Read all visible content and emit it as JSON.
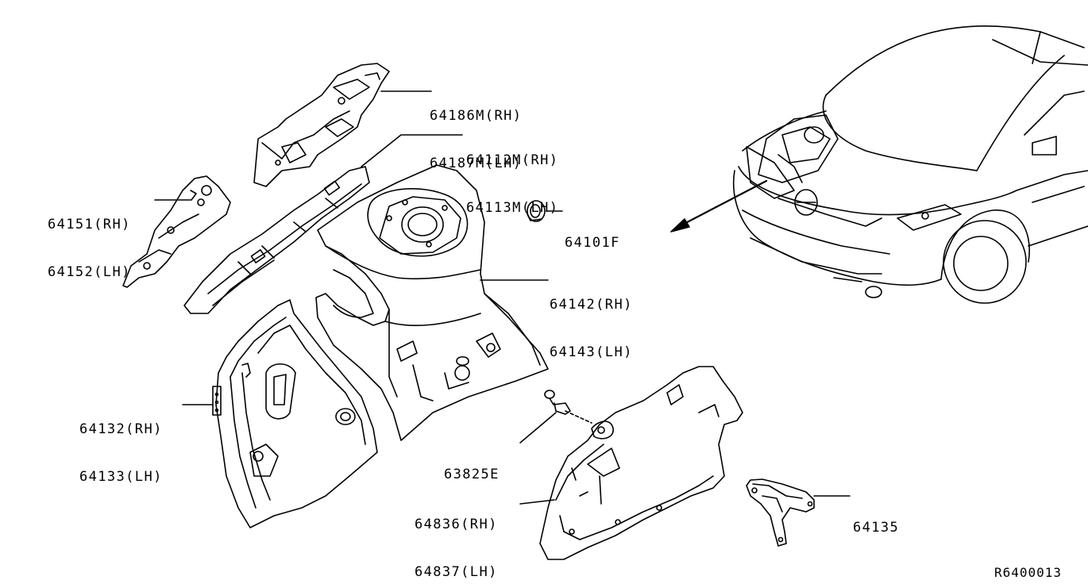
{
  "diagram": {
    "reference_code": "R6400013",
    "callouts": [
      {
        "id": "c1",
        "lines": [
          "64186M(RH)",
          "64187M(LH)"
        ]
      },
      {
        "id": "c2",
        "lines": [
          "64112M(RH)",
          "64113M(LH)"
        ]
      },
      {
        "id": "c3",
        "lines": [
          "64151(RH)",
          "64152(LH)"
        ]
      },
      {
        "id": "c4",
        "lines": [
          "64101F"
        ]
      },
      {
        "id": "c5",
        "lines": [
          "64142(RH)",
          "64143(LH)"
        ]
      },
      {
        "id": "c6",
        "lines": [
          "64132(RH)",
          "64133(LH)"
        ]
      },
      {
        "id": "c7",
        "lines": [
          "63825E"
        ]
      },
      {
        "id": "c8",
        "lines": [
          "64836(RH)",
          "64837(LH)"
        ]
      },
      {
        "id": "c9",
        "lines": [
          "64135"
        ]
      }
    ]
  }
}
